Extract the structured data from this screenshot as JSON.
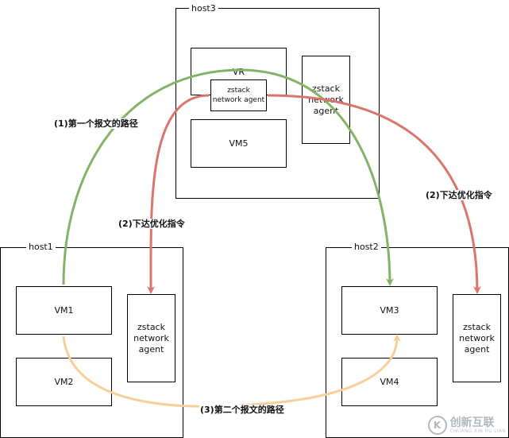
{
  "hosts": {
    "host1": {
      "label": "host1"
    },
    "host2": {
      "label": "host2"
    },
    "host3": {
      "label": "host3"
    }
  },
  "nodes": {
    "vr": "VR",
    "vm1": "VM1",
    "vm2": "VM2",
    "vm3": "VM3",
    "vm4": "VM4",
    "vm5": "VM5",
    "agent_host3": [
      "zstack",
      "network",
      "agent"
    ],
    "agent_vr": [
      "zstack",
      "network agent"
    ],
    "agent_host1": [
      "zstack",
      "network",
      "agent"
    ],
    "agent_host2": [
      "zstack",
      "network",
      "agent"
    ]
  },
  "edges": {
    "first_packet": {
      "label": "(1)第一个报文的路径",
      "color": "#82b366"
    },
    "optimize_left": {
      "label": "(2)下达优化指令",
      "color": "#d9756b"
    },
    "optimize_right": {
      "label": "(2)下达优化指令",
      "color": "#d9756b"
    },
    "second_packet": {
      "label": "(3)第二个报文的路径",
      "color": "#f7cf9a"
    }
  },
  "watermark": {
    "logo_glyph": "K",
    "text": "创新互联",
    "sub": "CHUANG XIN HU LIAN"
  }
}
